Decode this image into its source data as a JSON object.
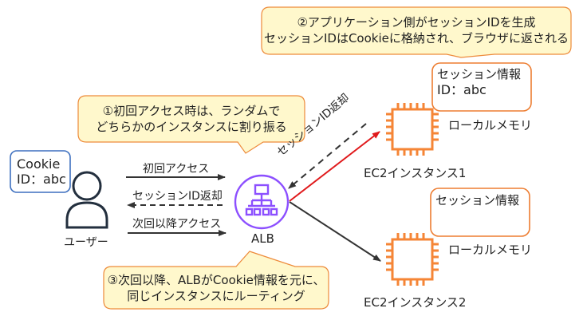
{
  "colors": {
    "callout_fill": "#fff8cc",
    "callout_stroke": "#ed8a3a",
    "cookie_box_stroke": "#3d6fbf",
    "memory_box_stroke": "#ed7d31",
    "alb": "#8c4fff",
    "ec2": "#f58536",
    "user_icon": "#232f3e",
    "arrow_dark": "#333333",
    "arrow_red": "#e0191b"
  },
  "callouts": {
    "step1": {
      "line1": "①初回アクセス時は、ランダムで",
      "line2": "どちらかのインスタンスに割り振る"
    },
    "step2": {
      "line1": "②アプリケーション側がセッションIDを生成",
      "line2": "セッションIDはCookieに格納され、ブラウザに返される"
    },
    "step3": {
      "line1": "③次回以降、ALBがCookie情報を元に、",
      "line2": "同じインスタンスにルーティング"
    }
  },
  "cookie_box": {
    "line1": "Cookie",
    "line2": "ID：abc"
  },
  "user": {
    "label": "ユーザー",
    "icon": "user-icon"
  },
  "alb": {
    "label": "ALB",
    "icon": "load-balancer-icon"
  },
  "arrows": {
    "first_access": "初回アクセス",
    "session_return": "セッションID返却",
    "next_access": "次回以降アクセス",
    "ec2_session_return": "セッションID返却"
  },
  "instances": [
    {
      "label": "EC2インスタンス1",
      "icon": "ec2-chip-icon",
      "memory_label": "ローカルメモリ",
      "session_box": {
        "title": "セッション情報",
        "value": "ID：abc"
      }
    },
    {
      "label": "EC2インスタンス2",
      "icon": "ec2-chip-icon",
      "memory_label": "ローカルメモリ",
      "session_box": {
        "title": "セッション情報",
        "value": ""
      }
    }
  ]
}
